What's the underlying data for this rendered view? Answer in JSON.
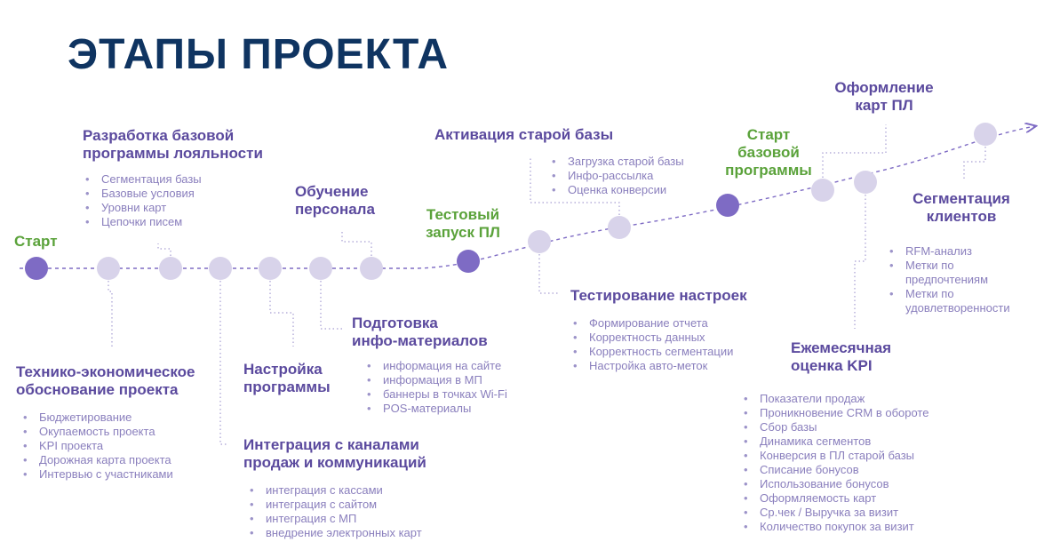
{
  "title": "ЭТАПЫ ПРОЕКТА",
  "colors": {
    "title": "#0f3461",
    "heading": "#5b4a9e",
    "heading_green": "#5aa23a",
    "list_text": "#8a7fbd",
    "milestone_dark": "#7e6bc4",
    "milestone_light": "#d8d3ea",
    "line": "#7e6bc4"
  },
  "stages": {
    "start": {
      "title": "Старт"
    },
    "feasibility": {
      "title_lines": [
        "Технико-экономическое",
        "обоснование проекта"
      ],
      "items": [
        "Бюджетирование",
        "Окупаемость проекта",
        "KPI проекта",
        "Дорожная карта проекта",
        "Интервью с участниками"
      ]
    },
    "base_program": {
      "title_lines": [
        "Разработка базовой",
        "программы лояльности"
      ],
      "items": [
        "Сегментация базы",
        "Базовые условия",
        "Уровни карт",
        "Цепочки писем"
      ]
    },
    "program_setup": {
      "title_lines": [
        "Настройка",
        "программы"
      ]
    },
    "integration": {
      "title_lines": [
        "Интеграция с каналами",
        "продаж и коммуникаций"
      ],
      "items": [
        "интеграция с кассами",
        "интеграция с сайтом",
        "интеграция с МП",
        "внедрение электронных карт"
      ]
    },
    "training": {
      "title_lines": [
        "Обучение",
        "персонала"
      ]
    },
    "info_materials": {
      "title_lines": [
        "Подготовка",
        "инфо-материалов"
      ],
      "items": [
        "информация на сайте",
        "информация в МП",
        "баннеры в точках Wi-Fi",
        "POS-материалы"
      ]
    },
    "test_launch": {
      "title_lines": [
        "Тестовый",
        "запуск ПЛ"
      ]
    },
    "settings_testing": {
      "title": "Тестирование настроек",
      "items": [
        "Формирование отчета",
        "Корректность данных",
        "Корректность сегментации",
        "Настройка авто-меток"
      ]
    },
    "old_base": {
      "title": "Активация старой базы",
      "items": [
        "Загрузка старой базы",
        "Инфо-рассылка",
        "Оценка конверсии"
      ]
    },
    "base_start": {
      "title_lines": [
        "Старт",
        "базовой",
        "программы"
      ]
    },
    "card_design": {
      "title_lines": [
        "Оформление",
        "карт ПЛ"
      ]
    },
    "kpi": {
      "title_lines": [
        "Ежемесячная",
        "оценка KPI"
      ],
      "items": [
        "Показатели продаж",
        "Проникновение CRM в обороте",
        "Сбор базы",
        "Динамика сегментов",
        "Конверсия в ПЛ старой базы",
        "Списание бонусов",
        "Использование бонусов",
        "Оформляемость карт",
        "Ср.чек / Выручка за визит",
        "Количество покупок за визит"
      ]
    },
    "segmentation": {
      "title_lines": [
        "Сегментация",
        "клиентов"
      ],
      "items": [
        "RFM-анализ",
        "Метки по предпочтениям",
        "Метки по удовлетворенности"
      ]
    }
  }
}
